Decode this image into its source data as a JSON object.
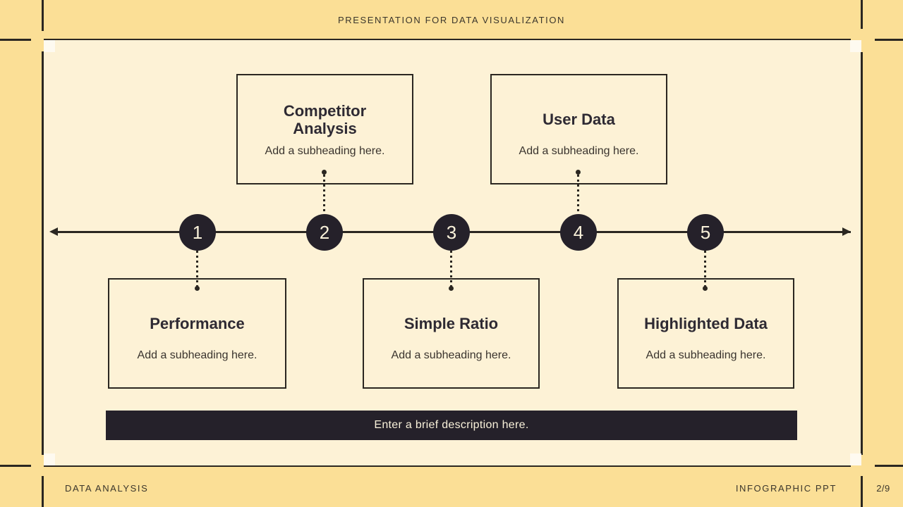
{
  "page": {
    "title": "PRESENTATION FOR DATA VISUALIZATION",
    "footer_left": "DATA ANALYSIS",
    "footer_right": "INFOGRAPHIC PPT",
    "page_number": "2/9"
  },
  "colors": {
    "background": "#fbdf96",
    "panel": "#fdf2d6",
    "dark": "#25212a",
    "line": "#2b2721",
    "cream_text": "#f9f1da",
    "heading_text": "#2e2a33",
    "label_text": "#3b362c"
  },
  "timeline": {
    "steps": [
      {
        "number": "1",
        "title": "Performance",
        "subtitle": "Add a subheading here.",
        "position": "below"
      },
      {
        "number": "2",
        "title": "Competitor Analysis",
        "subtitle": "Add a subheading here.",
        "position": "above"
      },
      {
        "number": "3",
        "title": "Simple Ratio",
        "subtitle": "Add a subheading here.",
        "position": "below"
      },
      {
        "number": "4",
        "title": "User Data",
        "subtitle": "Add a subheading here.",
        "position": "above"
      },
      {
        "number": "5",
        "title": "Highlighted Data",
        "subtitle": "Add a subheading here.",
        "position": "below"
      }
    ]
  },
  "description_bar": {
    "text": "Enter a brief description here."
  }
}
